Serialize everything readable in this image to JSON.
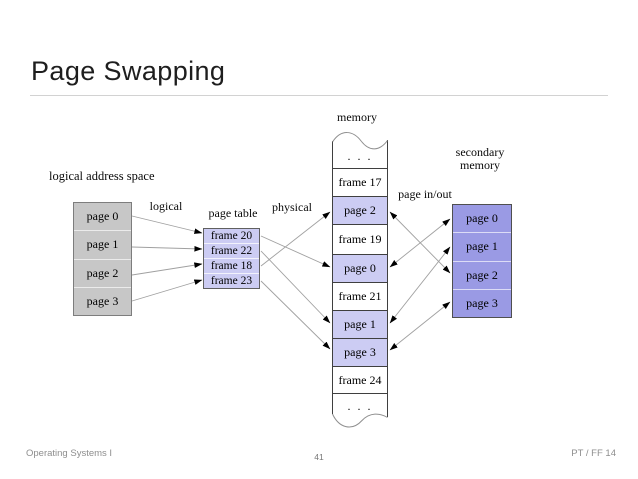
{
  "slide": {
    "title": "Page Swapping",
    "footer": {
      "left": "Operating Systems I",
      "page_number": "41",
      "right": "PT / FF 14"
    }
  },
  "diagram": {
    "labels": {
      "logical_address_space": "logical address space",
      "logical": "logical",
      "page_table": "page table",
      "physical": "physical",
      "memory": "memory",
      "page_in_out": "page in/out",
      "secondary_line1": "secondary",
      "secondary_line2": "memory"
    },
    "logical_pages": [
      "page 0",
      "page 1",
      "page 2",
      "page 3"
    ],
    "page_table_entries": [
      "frame 20",
      "frame 22",
      "frame 18",
      "frame 23"
    ],
    "memory_rows": [
      ". . .",
      "frame 17",
      "page 2",
      "frame 19",
      "page 0",
      "frame 21",
      "page 1",
      "page 3",
      "frame 24",
      ". . ."
    ],
    "secondary_pages": [
      "page 0",
      "page 1",
      "page 2",
      "page 3"
    ],
    "colors": {
      "light_purple": "#ccccf3",
      "medium_purple": "#9a9ae4",
      "gray_box": "#c7c7c7",
      "line": "#a0a0a0",
      "arrowhead": "#000000"
    }
  }
}
